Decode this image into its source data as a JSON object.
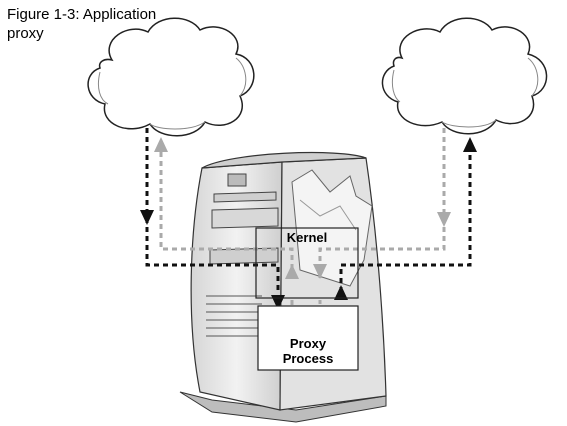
{
  "figure": {
    "caption": "Figure 1-3: Application\nproxy"
  },
  "boxes": {
    "kernel": "Kernel",
    "proxy_process": "Proxy\nProcess"
  },
  "colors": {
    "black_path": "#111111",
    "gray_path": "#aaaaaa",
    "cloud_fill": "#ffffff",
    "server_fill": "#e4e4e4"
  },
  "icons": {
    "left_cloud": "cloud-icon",
    "right_cloud": "cloud-icon",
    "server": "computer-tower-icon"
  }
}
